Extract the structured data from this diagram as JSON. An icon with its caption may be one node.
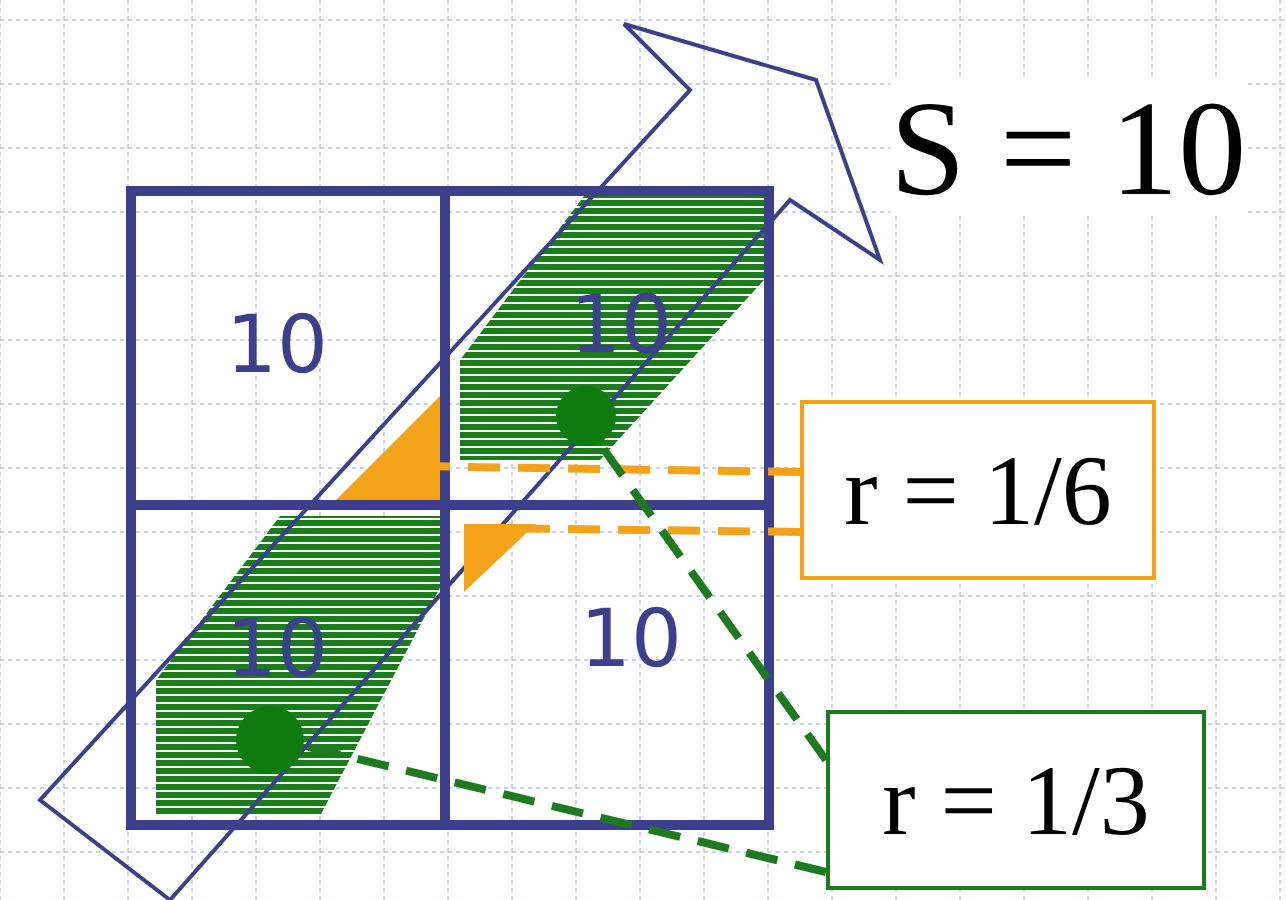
{
  "diagram": {
    "nodes": [
      {
        "text": [
          "10"
        ]
      },
      {
        "text": [
          "10"
        ]
      },
      {
        "text": [
          "10"
        ]
      },
      {
        "text": [
          "10"
        ]
      },
      {
        "text": [
          "r = 1/6"
        ]
      },
      {
        "text": [
          "r = 1/3"
        ]
      },
      {
        "text": [],
        "shape": "circle",
        "in": 1
      },
      {
        "text": [],
        "shape": "circle",
        "in": 2
      },
      {
        "text": [],
        "shape": "triangle",
        "in": 0
      },
      {
        "text": [],
        "shape": "triangle",
        "in": 3
      }
    ],
    "edges": [
      {
        "from": 4,
        "to": 8,
        "arrow": "none",
        "style": "dashed",
        "color": "#f5a21b"
      },
      {
        "from": 4,
        "to": 9,
        "arrow": "none",
        "style": "dashed",
        "color": "#f5a21b"
      },
      {
        "from": 5,
        "to": 6,
        "arrow": "none",
        "style": "dashed",
        "color": "#1e7a1e"
      },
      {
        "from": 5,
        "to": 7,
        "arrow": "none",
        "style": "dashed",
        "color": "#1e7a1e"
      }
    ],
    "labels": [
      "S = 10"
    ]
  }
}
